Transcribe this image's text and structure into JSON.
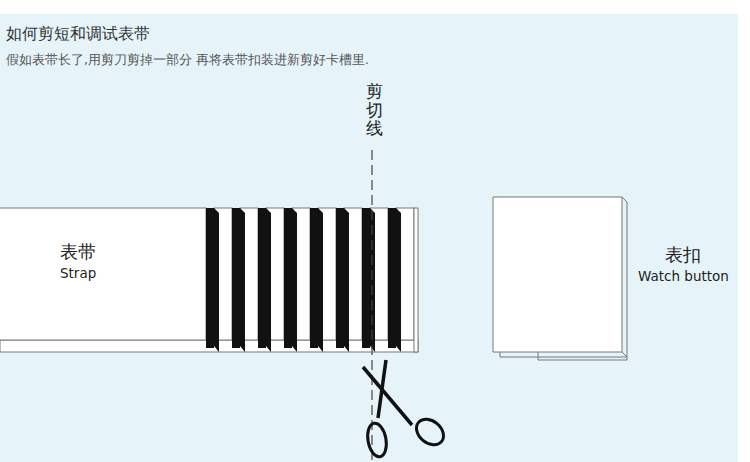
{
  "diagram": {
    "title": "如何剪短和调试表带",
    "nodes": [
      {
        "text": [
          "表带",
          "Strap"
        ]
      },
      {
        "text": [
          "表扣",
          "Watch button"
        ]
      }
    ],
    "edges": [],
    "labels": [
      "假如表带长了,用剪刀剪掉一部分 再将表带扣装进新剪好卡槽里.",
      "剪切线"
    ]
  }
}
